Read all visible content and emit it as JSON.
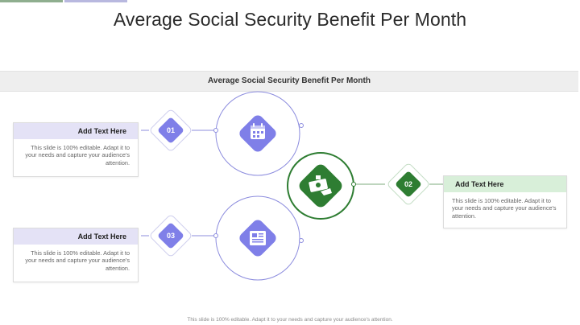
{
  "title": "Average Social Security Benefit Per Month",
  "band_label": "Average Social Security Benefit Per Month",
  "items": [
    {
      "number": "01",
      "heading": "Add Text Here",
      "body": "This slide is 100% editable. Adapt it to your needs and capture your audience's attention.",
      "icon": "calendar-icon"
    },
    {
      "number": "02",
      "heading": "Add Text Here",
      "body": "This slide is 100% editable. Adapt it to your needs and capture your audience's attention.",
      "icon": "money-hand-icon"
    },
    {
      "number": "03",
      "heading": "Add Text Here",
      "body": "This slide is 100% editable. Adapt it to your needs and capture your audience's attention.",
      "icon": "document-icon"
    }
  ],
  "footer": "This slide is 100% editable. Adapt it to your needs and capture your audience's attention.",
  "colors": {
    "purple": "#7f7fe8",
    "purple_light": "#e4e2f6",
    "green": "#2e7d32",
    "green_light": "#d8efd9",
    "band": "#eeeeee"
  }
}
